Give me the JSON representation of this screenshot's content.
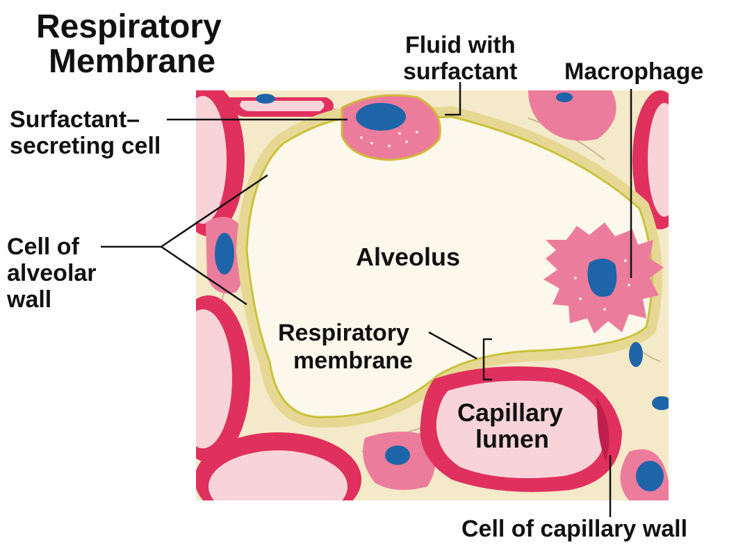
{
  "title": {
    "line1": "Respiratory",
    "line2": "Membrane"
  },
  "labels": {
    "fluid": {
      "line1": "Fluid with",
      "line2": "surfactant"
    },
    "macrophage": "Macrophage",
    "surfactant_cell": {
      "line1": "Surfactant–",
      "line2": "secreting cell"
    },
    "alveolar_cell": {
      "line1": "Cell of",
      "line2": "alveolar",
      "line3": "wall"
    },
    "alveolus": "Alveolus",
    "respiratory_membrane": {
      "line1": "Respiratory",
      "line2": "membrane"
    },
    "capillary_lumen": {
      "line1": "Capillary",
      "line2": "lumen"
    },
    "capillary_wall_cell": "Cell of capillary wall"
  },
  "colors": {
    "tissue_bg": "#f4e9c8",
    "alveolus_fill": "#fdf8ec",
    "alveolar_lining": "#c9c23a",
    "vessel_wall": "#e0305e",
    "vessel_lumen": "#f8d4d8",
    "nucleus": "#1e64a8",
    "cell_pink": "#ec7c9c",
    "leader_line": "#111111"
  }
}
